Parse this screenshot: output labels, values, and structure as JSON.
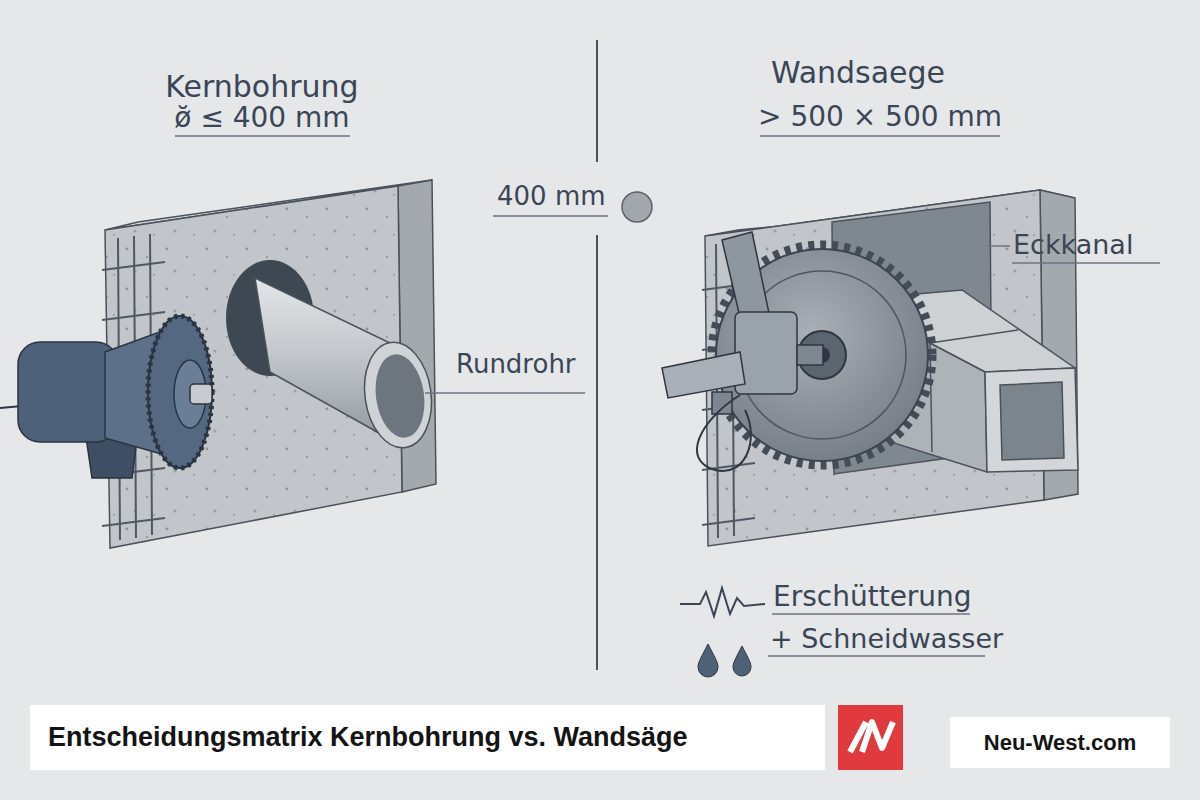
{
  "diagram": {
    "title": "Entscheidungsmatrix Kernbohrung vs. Wandsäge",
    "nodes": [
      {
        "text": [
          "Neu-West.com"
        ]
      }
    ],
    "labels": [
      "Kernbohrung",
      "ø̆ ≤ 400 mm",
      "Wandsaege",
      "> 500 × 500 mm",
      "400 mm",
      "Rundrohr",
      "Eckkanal",
      "Erschütterung",
      "+ Schneidwasser"
    ]
  }
}
